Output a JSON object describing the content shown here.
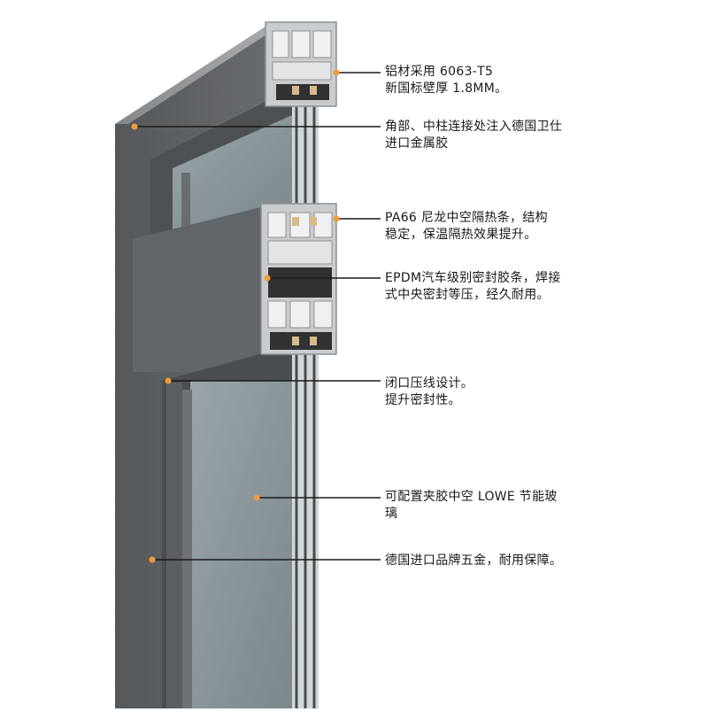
{
  "colors": {
    "frame_dark": "#5a5d60",
    "frame_mid": "#6f7275",
    "profile_silver": "#c9ccce",
    "glass": "#8e9a9e",
    "dot_orange": "#f29b3a",
    "leader_line": "#1a1a1a"
  },
  "callouts": [
    {
      "id": "aluminum",
      "lines": [
        "铝材采用 6063-T5",
        "新国标壁厚 1.8MM。"
      ]
    },
    {
      "id": "corner-glue",
      "lines": [
        "角部、中柱连接处注入德国卫仕",
        "进口金属胶"
      ]
    },
    {
      "id": "pa66",
      "lines": [
        "PA66 尼龙中空隔热条，结构",
        "稳定，保温隔热效果提升。"
      ]
    },
    {
      "id": "epdm",
      "lines": [
        "EPDM汽车级别密封胶条，焊接",
        "式中央密封等压，经久耐用。"
      ]
    },
    {
      "id": "bead",
      "lines": [
        "闭口压线设计。",
        "提升密封性。"
      ]
    },
    {
      "id": "glass",
      "lines": [
        "可配置夹胶中空 LOWE 节能玻",
        "璃"
      ]
    },
    {
      "id": "hardware",
      "lines": [
        "德国进口品牌五金，耐用保障。"
      ]
    }
  ]
}
